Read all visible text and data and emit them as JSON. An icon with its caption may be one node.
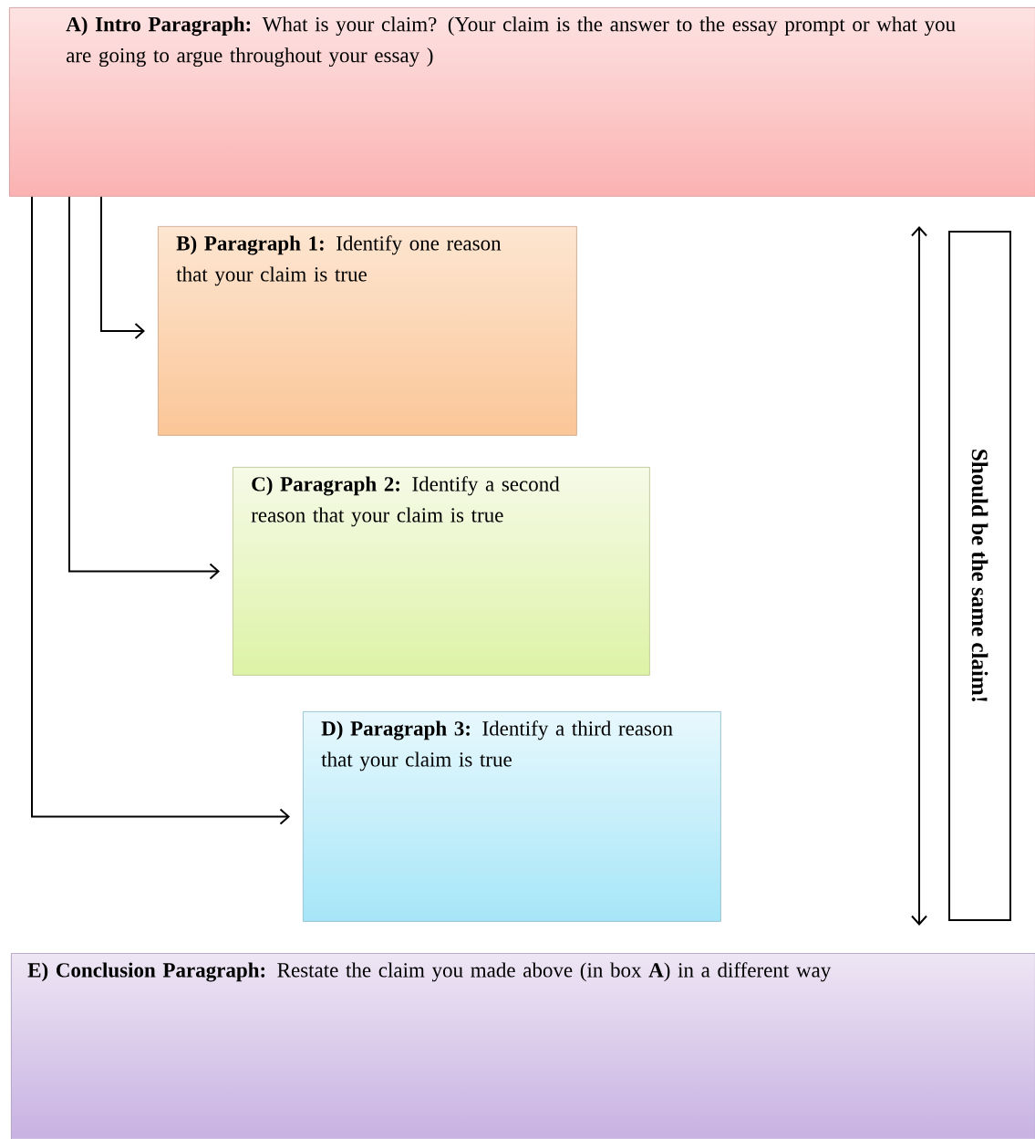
{
  "diagram": {
    "nodes": [
      {
        "text": [
          "**A) Intro Paragraph:** What is your claim? (Your claim is the answer to the essay prompt or what you are going to argue throughout your essay )"
        ]
      },
      {
        "text": [
          "**B) Paragraph 1:** Identify one reason that your claim is true"
        ]
      },
      {
        "text": [
          "**C) Paragraph 2:** Identify a second reason that your claim is true"
        ]
      },
      {
        "text": [
          "**D) Paragraph 3:** Identify a third reason that your claim is true"
        ]
      },
      {
        "text": [
          "**E) Conclusion Paragraph:** Restate the claim you made above (in box **A**) in a different way"
        ]
      },
      {
        "text": [
          "Should be the same claim!"
        ]
      }
    ],
    "edges": [
      {
        "from": 0,
        "to": 1,
        "arrow": "to"
      },
      {
        "from": 0,
        "to": 2,
        "arrow": "to"
      },
      {
        "from": 0,
        "to": 3,
        "arrow": "to"
      }
    ]
  }
}
